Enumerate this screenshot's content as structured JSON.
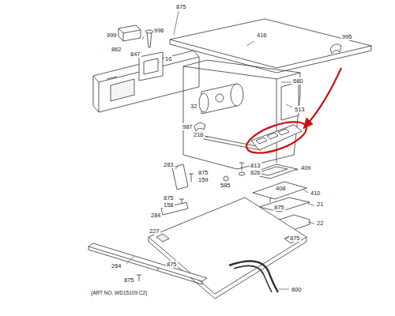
{
  "diagram": {
    "labels": [
      "999",
      "862",
      "996",
      "875",
      "416",
      "995",
      "847",
      "16",
      "680",
      "32",
      "513",
      "987",
      "216",
      "813",
      "826",
      "409",
      "283",
      "875",
      "159",
      "585",
      "408",
      "410",
      "875",
      "158",
      "875",
      "21",
      "284",
      "22",
      "227",
      "875",
      "264",
      "875",
      "875",
      "600",
      "(ART NO. WD15109 C2)"
    ]
  }
}
